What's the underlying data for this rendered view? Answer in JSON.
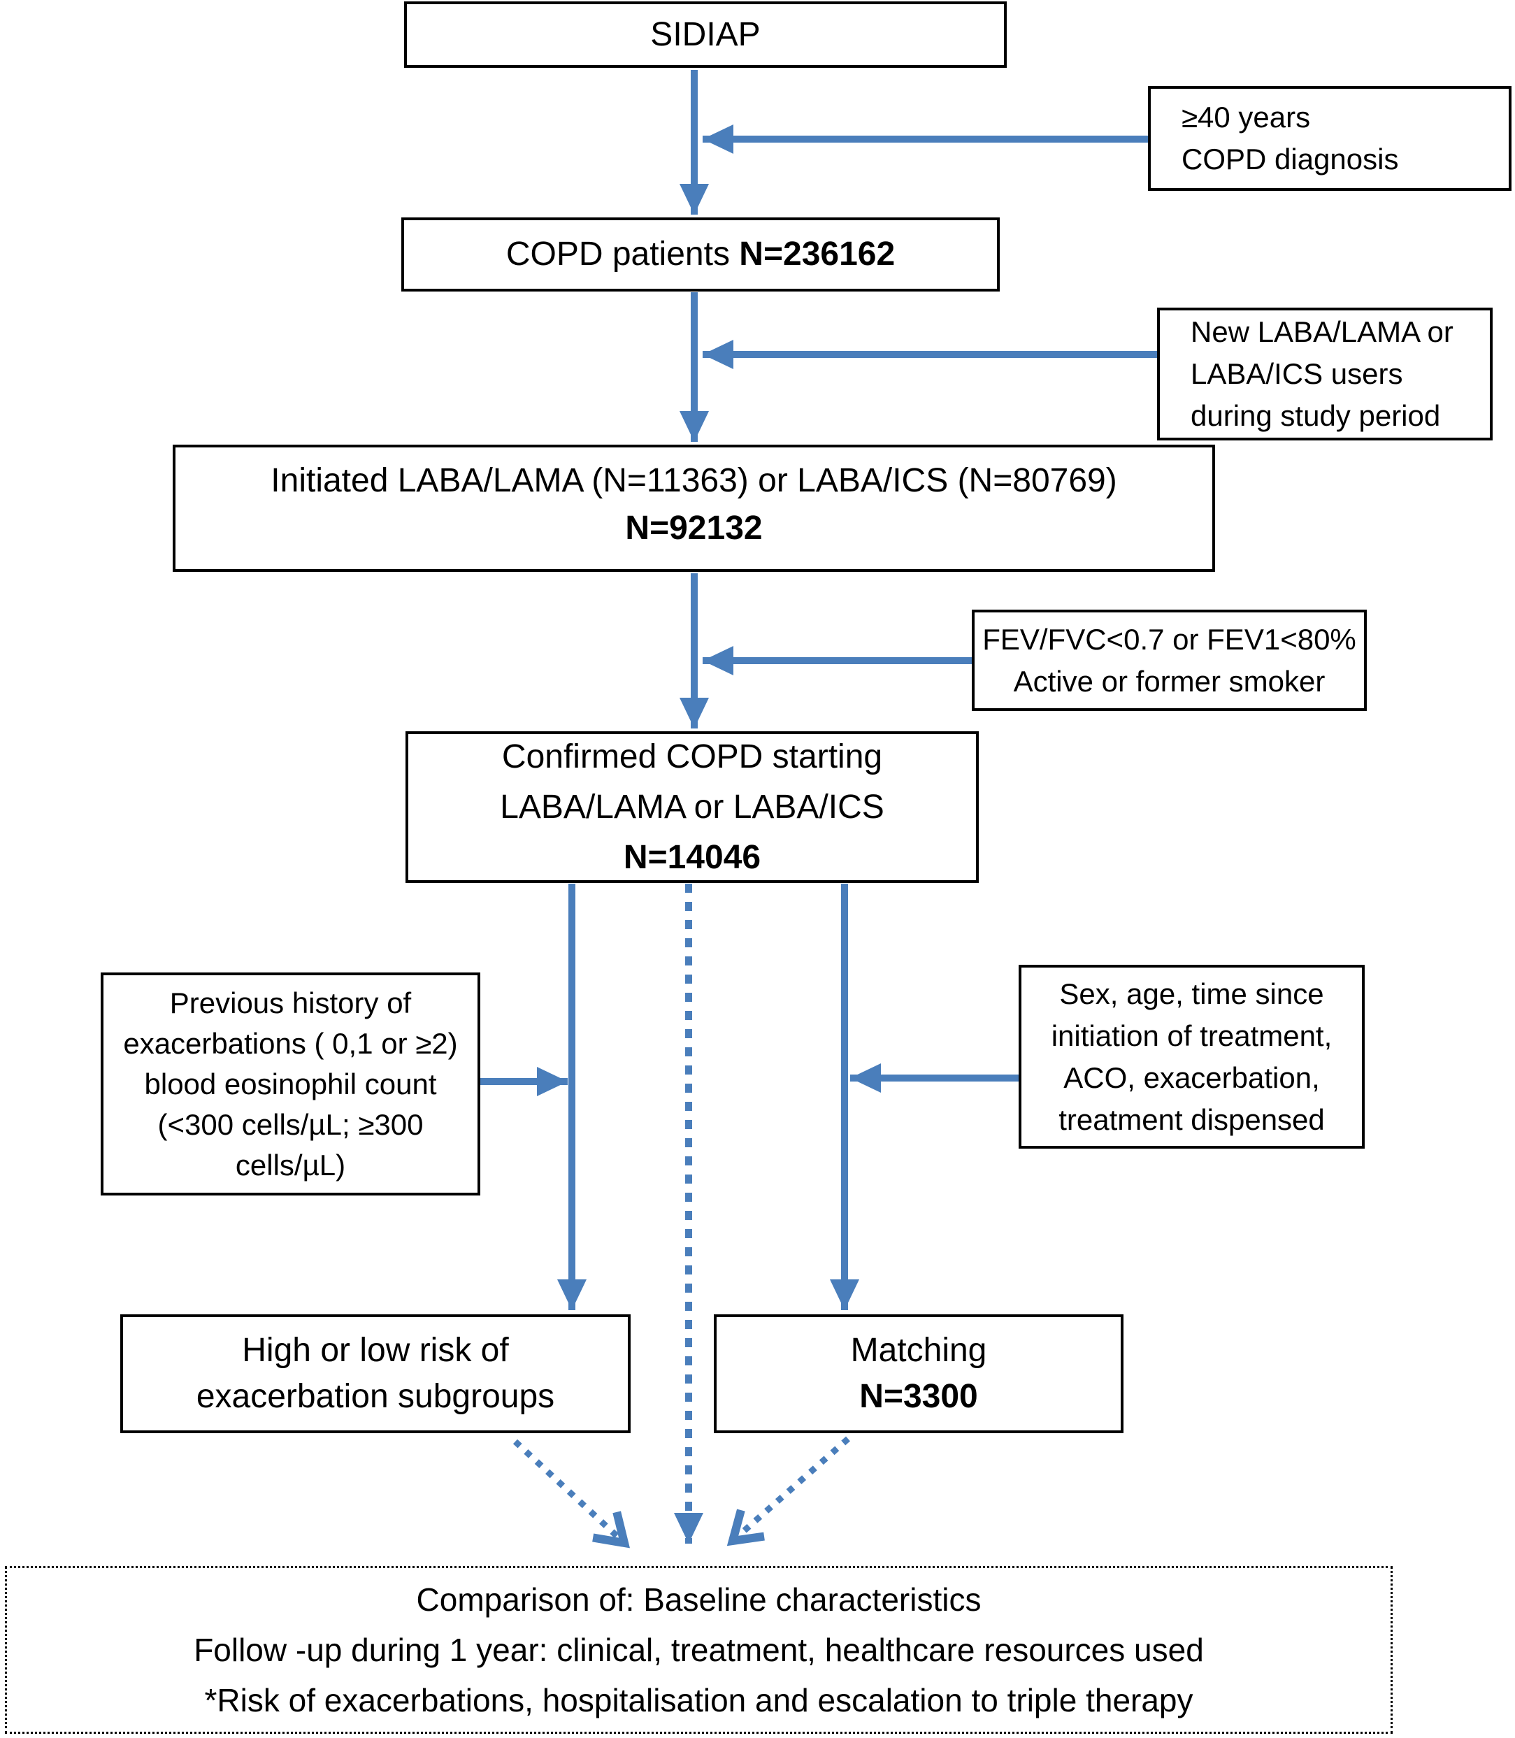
{
  "boxes": {
    "sidiap": {
      "label": "SIDIAP"
    },
    "age_criteria": {
      "lines": [
        "≥40 years",
        "COPD diagnosis"
      ]
    },
    "copd_patients": {
      "label": "COPD patients",
      "n": "N=236162"
    },
    "new_user_criteria": {
      "lines": [
        "New LABA/LAMA or",
        "LABA/ICS users",
        "during study period"
      ]
    },
    "initiated": {
      "line1": "Initiated LABA/LAMA (N=11363) or LABA/ICS (N=80769)",
      "n": "N=92132"
    },
    "fev_criteria": {
      "lines": [
        "FEV/FVC<0.7 or FEV1<80%",
        "Active or former smoker"
      ]
    },
    "confirmed": {
      "lines": [
        "Confirmed COPD starting",
        "LABA/LAMA or LABA/ICS"
      ],
      "n": "N=14046"
    },
    "history_criteria": {
      "lines": [
        "Previous history of",
        "exacerbations ( 0,1 or ≥2)",
        "blood eosinophil count",
        "(<300 cells/µL; ≥300",
        "cells/µL)"
      ]
    },
    "matching_criteria": {
      "lines": [
        "Sex, age, time since",
        "initiation of treatment,",
        "ACO, exacerbation,",
        "treatment dispensed"
      ]
    },
    "high_low": {
      "lines": [
        "High or low risk of",
        "exacerbation subgroups"
      ]
    },
    "matching": {
      "label": "Matching",
      "n": "N=3300"
    },
    "comparison": {
      "lines": [
        "Comparison of: Baseline characteristics",
        "Follow -up during 1 year: clinical, treatment, healthcare resources used",
        "*Risk of exacerbations, hospitalisation and escalation to triple therapy"
      ]
    }
  },
  "colors": {
    "arrow_blue": "#4A7EBB",
    "box_border": "#000000",
    "background": "#FFFFFF",
    "text": "#000000"
  }
}
